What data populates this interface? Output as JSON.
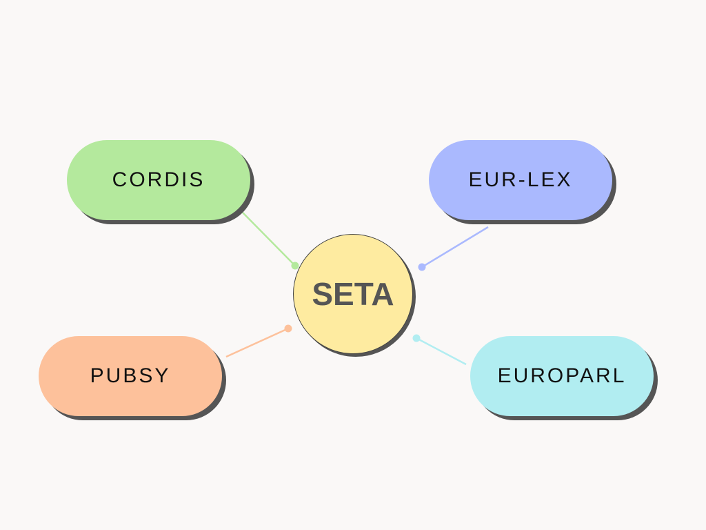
{
  "center": {
    "label": "SETA",
    "color": "#feeba0"
  },
  "nodes": [
    {
      "id": "cordis",
      "label": "CORDIS",
      "color": "#b4e99d"
    },
    {
      "id": "eur-lex",
      "label": "EUR-LEX",
      "color": "#aab9fe"
    },
    {
      "id": "pubsy",
      "label": "PUBSY",
      "color": "#fdc19b"
    },
    {
      "id": "europarl",
      "label": "EUROPARL",
      "color": "#b1edf1"
    }
  ]
}
